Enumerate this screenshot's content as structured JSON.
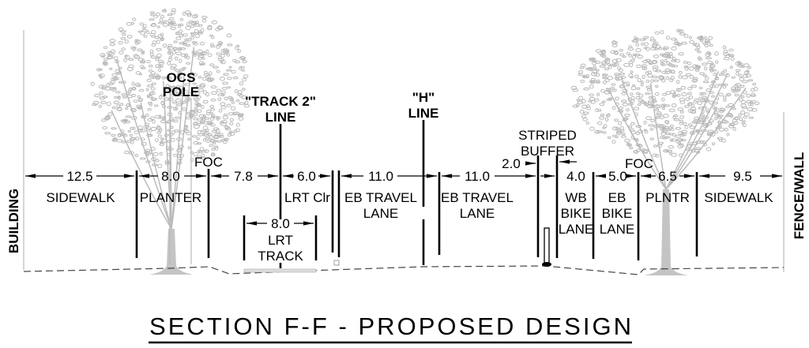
{
  "title": "SECTION F-F - PROPOSED DESIGN",
  "edges": {
    "left": "BUILDING",
    "right": "FENCE/WALL"
  },
  "callouts": {
    "ocs_pole": [
      "OCS",
      "POLE"
    ],
    "track2_line": [
      "\"TRACK 2\"",
      "LINE"
    ],
    "h_line": [
      "\"H\"",
      "LINE"
    ],
    "striped_buffer": [
      "STRIPED",
      "BUFFER"
    ],
    "foc_left": "FOC",
    "foc_right": "FOC"
  },
  "segments": [
    {
      "width": "12.5",
      "label": [
        "SIDEWALK"
      ]
    },
    {
      "width": "8.0",
      "label": [
        "PLANTER"
      ]
    },
    {
      "width": "7.8",
      "label": []
    },
    {
      "width": "6.0",
      "label": [
        "LRT Clr"
      ]
    },
    {
      "width": "11.0",
      "label": [
        "EB TRAVEL",
        "LANE"
      ]
    },
    {
      "width": "11.0",
      "label": [
        "EB TRAVEL",
        "LANE"
      ]
    },
    {
      "width": "2.0",
      "label": []
    },
    {
      "width": "4.0",
      "label": [
        "WB",
        "BIKE",
        "LANE"
      ]
    },
    {
      "width": "5.0",
      "label": [
        "EB",
        "BIKE",
        "LANE"
      ]
    },
    {
      "width": "6.5",
      "label": [
        "PLNTR"
      ]
    },
    {
      "width": "9.5",
      "label": [
        "SIDEWALK"
      ]
    }
  ],
  "lrt_track": {
    "width": "8.0",
    "label": [
      "LRT",
      "TRACK"
    ]
  }
}
